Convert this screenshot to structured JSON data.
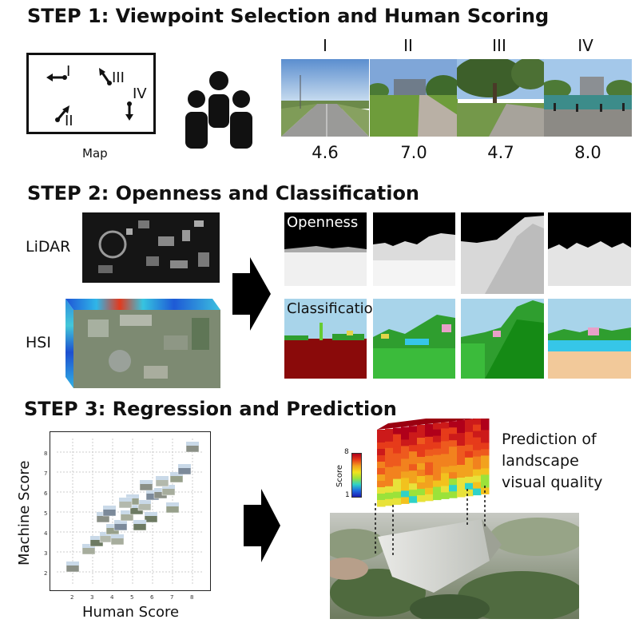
{
  "step1": {
    "title": "STEP 1: Viewpoint Selection and Human Scoring",
    "map_label": "Map",
    "map_markers": [
      "I",
      "III",
      "IV",
      "II"
    ],
    "viewpoints": [
      {
        "numeral": "I",
        "score": "4.6"
      },
      {
        "numeral": "II",
        "score": "7.0"
      },
      {
        "numeral": "III",
        "score": "4.7"
      },
      {
        "numeral": "IV",
        "score": "8.0"
      }
    ]
  },
  "step2": {
    "title": "STEP 2: Openness and Classification",
    "lidar_label": "LiDAR",
    "hsi_label": "HSI",
    "openness_label": "Openness",
    "classification_label": "Classification"
  },
  "step3": {
    "title": "STEP 3: Regression and Prediction",
    "scatter": {
      "xlabel": "Human Score",
      "ylabel": "Machine Score",
      "x_ticks": [
        "2",
        "3",
        "4",
        "5",
        "6",
        "7",
        "8"
      ],
      "y_ticks": [
        "2",
        "3",
        "4",
        "5",
        "6",
        "7",
        "8"
      ]
    },
    "colorbar": {
      "title": "Score",
      "max": "8",
      "min": "1"
    },
    "prediction_lines": [
      "Prediction of",
      "landscape",
      "visual quality"
    ]
  },
  "colors": {
    "sky": "#a8d4ea",
    "ground_red": "#8a0a0a",
    "grass": "#2f9e2f",
    "water": "#36c6e8",
    "sand": "#f2c99a",
    "black": "#000000"
  }
}
